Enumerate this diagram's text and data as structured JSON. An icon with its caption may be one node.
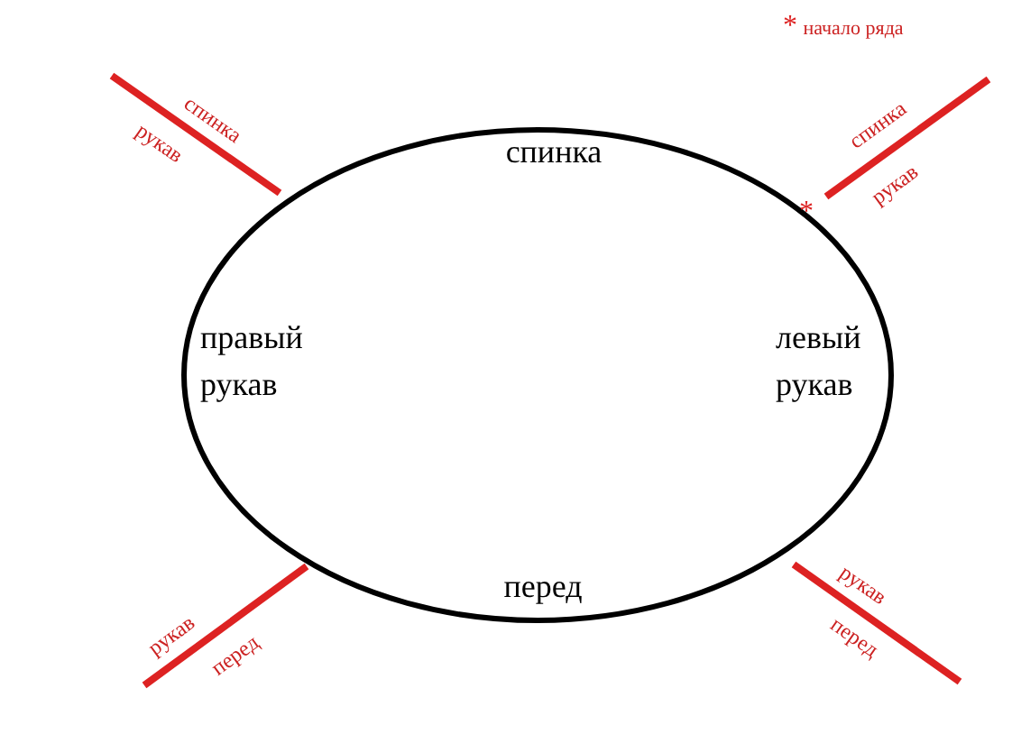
{
  "diagram": {
    "labels": [
      "*",
      "начало ряда",
      "спинка",
      "рукав",
      "спинка",
      "спинка",
      "рукав",
      "*",
      "правый рукав",
      "левый рукав",
      "рукав",
      "перед",
      "перед",
      "рукав",
      "перед"
    ]
  }
}
